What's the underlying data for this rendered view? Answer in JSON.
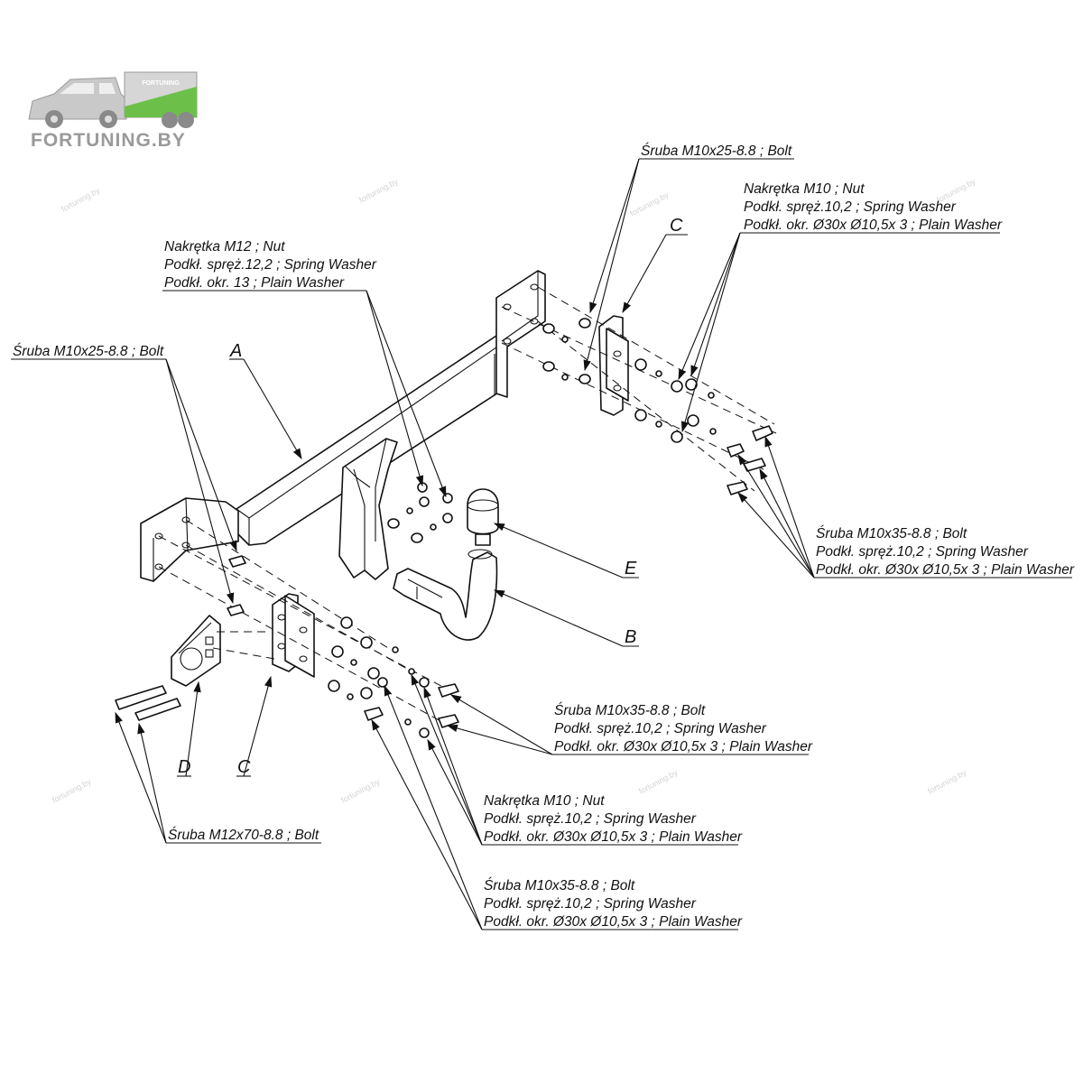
{
  "logo": {
    "text": "FORTUNING.BY",
    "trailer_text": "FORTUNING",
    "color": "#9a9a9a",
    "accent": "#6cc04a"
  },
  "watermarks": [
    "fortuning.by",
    "fortuning.by",
    "fortuning.by",
    "fortuning.by",
    "fortuning.by",
    "fortuning.by",
    "fortuning.by",
    "fortuning.by"
  ],
  "parts": {
    "A": "A",
    "B": "B",
    "C_right": "C",
    "C_left": "C",
    "D": "D",
    "E": "E"
  },
  "callouts": {
    "top_right_bolt": [
      "Śruba M10x25-8.8 ;  Bolt"
    ],
    "top_right_nut": [
      "Nakrętka  M10 ; Nut",
      "Podkł. spręż.10,2 ; Spring Washer",
      "Podkł. okr.  Ø30x Ø10,5x 3 ; Plain Washer"
    ],
    "center_nut": [
      "Nakrętka  M12 ; Nut",
      "Podkł. spręż.12,2 ; Spring Washer",
      "Podkł. okr. 13 ; Plain Washer"
    ],
    "left_bolt": [
      "Śruba M10x25-8.8 ;  Bolt"
    ],
    "right_bolt": [
      "Śruba M10x35-8.8 ;  Bolt",
      "Podkł. spręż.10,2 ; Spring Washer",
      "Podkł. okr.  Ø30x Ø10,5x 3 ; Plain Washer"
    ],
    "mid_bolt": [
      "Śruba M10x35-8.8 ;  Bolt",
      "Podkł. spręż.10,2 ; Spring Washer",
      "Podkł. okr.  Ø30x Ø10,5x 3 ; Plain Washer"
    ],
    "mid_nut": [
      "Nakrętka  M10 ; Nut",
      "Podkł. spręż.10,2 ; Spring Washer",
      "Podkł. okr.  Ø30x Ø10,5x 3 ; Plain Washer"
    ],
    "bottom_bolt": [
      "Śruba M10x35-8.8 ;  Bolt",
      "Podkł. spręż.10,2 ; Spring Washer",
      "Podkł. okr.  Ø30x Ø10,5x 3 ; Plain Washer"
    ],
    "long_bolt": [
      "Śruba M12x70-8.8 ;  Bolt"
    ]
  }
}
